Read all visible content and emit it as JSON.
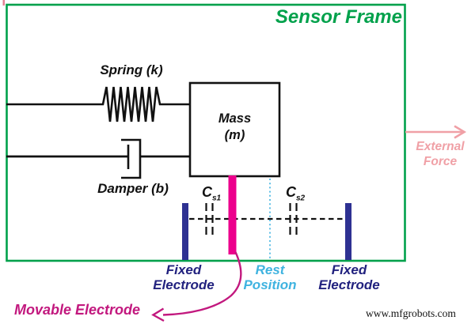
{
  "title": "Sensor Frame",
  "labels": {
    "spring": "Spring (k)",
    "damper": "Damper (b)",
    "mass_line1": "Mass",
    "mass_line2": "(m)",
    "cap_symbol": "C",
    "cap_left_sub": "s1",
    "cap_right_sub": "s2",
    "external_force_line1": "External",
    "external_force_line2": "Force",
    "fixed_electrode_line1": "Fixed",
    "fixed_electrode_line2": "Electrode",
    "rest_position_line1": "Rest",
    "rest_position_line2": "Position",
    "movable_electrode": "Movable Electrode",
    "watermark": "www.mfgrobots.com"
  },
  "colors": {
    "frame_green": "#00A14B",
    "electrode_navy": "#2E3192",
    "movable_magenta": "#EC008C",
    "movable_arrow_magenta": "#C2187E",
    "rest_cyan": "#45B5E2",
    "external_pink": "#F0A0A6",
    "line_black": "#111111"
  }
}
